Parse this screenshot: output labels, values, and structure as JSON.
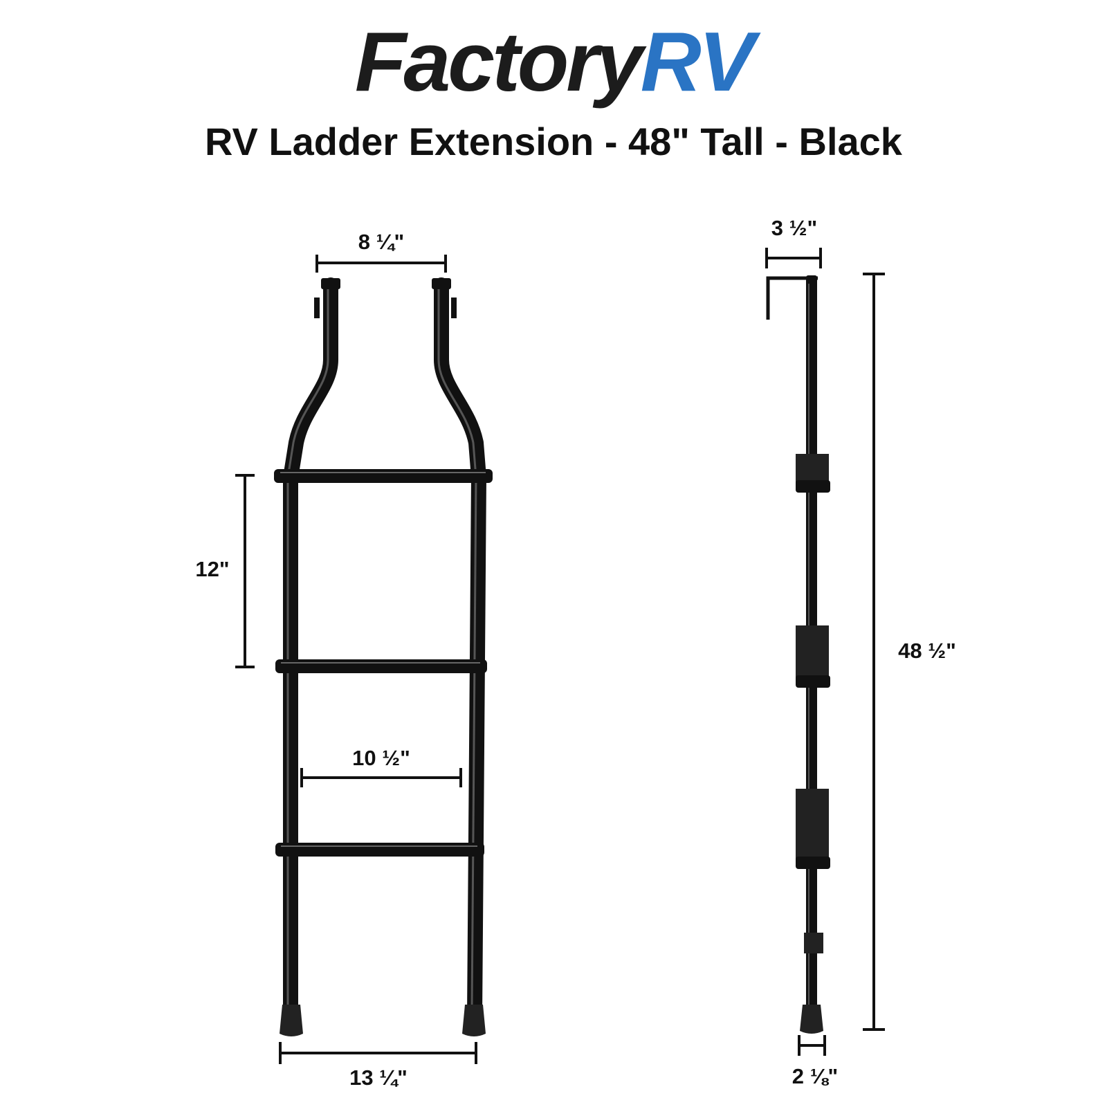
{
  "brand": {
    "part1": "Factory",
    "part2": "RV",
    "color_part1": "#1c1c1c",
    "color_part2": "#2a74c4"
  },
  "title": "RV Ladder Extension - 48\" Tall - Black",
  "front_view": {
    "top_width": "8 ¼\"",
    "rung_spacing": "12\"",
    "inner_width": "10 ½\"",
    "bottom_width": "13 ¼\""
  },
  "side_view": {
    "hook_depth": "3 ½\"",
    "height": "48 ½\"",
    "foot_width": "2 ⅛\""
  }
}
